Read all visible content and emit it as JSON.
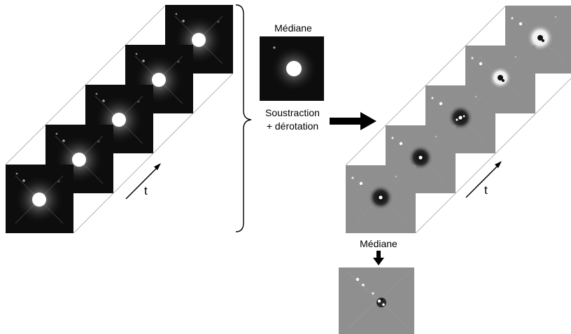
{
  "labels": {
    "median_top": "Médiane",
    "process_line1": "Soustraction",
    "process_line2": "+ dérotation",
    "time_left": "t",
    "time_right": "t",
    "median_bottom": "Médiane"
  },
  "colors": {
    "raw_frame": "#0d0d0d",
    "residual_frame": "#8f8f8f",
    "edge_line": "#b4b4b4",
    "arrow": "#000000"
  },
  "stacks": {
    "raw": {
      "frame_count": 5
    },
    "residual": {
      "frame_count": 5
    }
  }
}
